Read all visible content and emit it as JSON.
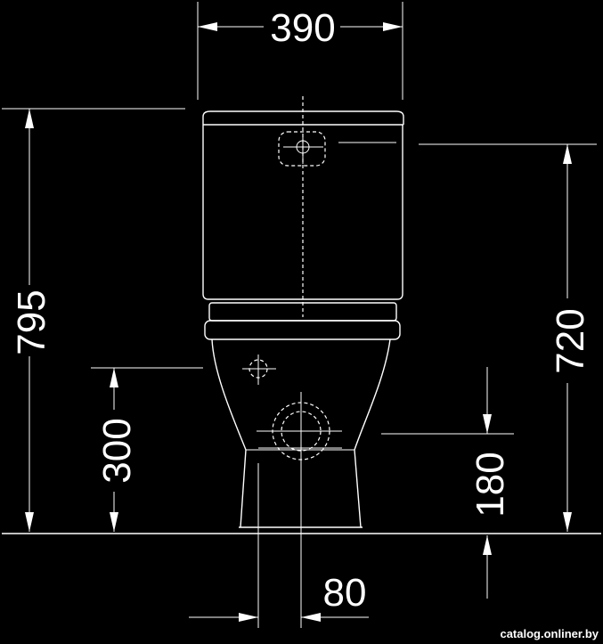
{
  "dimensions": {
    "width": "390",
    "total_height": "795",
    "tank_height": "720",
    "side_inlet_height": "300",
    "outlet_height": "180",
    "outlet_width": "80"
  },
  "watermark": "catalog.onliner.by"
}
